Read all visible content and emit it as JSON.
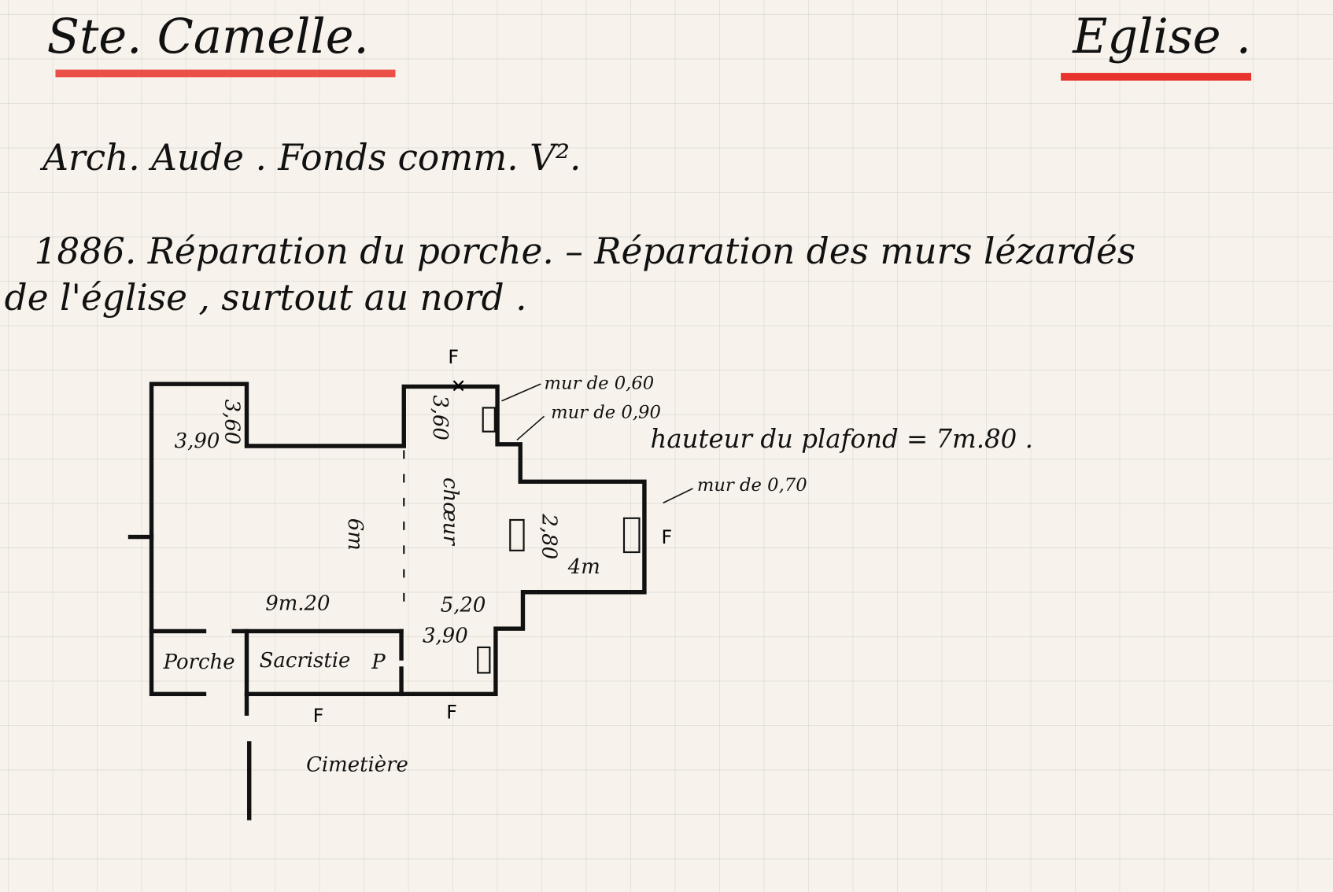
{
  "header": {
    "commune": "Ste. Camelle.",
    "subject": "Eglise ."
  },
  "source": "Arch. Aude . Fonds comm. V².",
  "entry": {
    "line1": "1886. Réparation du porche. – Réparation des murs lézardés",
    "line2": "de l'église , surtout au nord ."
  },
  "plan": {
    "window_marker": "F",
    "labels": {
      "nave_width_top": "3,90",
      "nave_offset_top": "3,60",
      "choir_offset_top": "3,60",
      "choir": "chœur",
      "nave_height": "6m",
      "nave_length": "9m.20",
      "choir_length": "5,20",
      "apse_height": "2,80",
      "apse_length": "4m",
      "bottom_offset": "3,90",
      "porch": "Porche",
      "sacristy": "Sacristie",
      "door": "P",
      "cemetery": "Cimetière"
    },
    "notes": {
      "wall1": "mur de 0,60",
      "wall2": "mur de 0,90",
      "ceiling": "hauteur du plafond = 7m.80 .",
      "wall3": "mur de 0,70"
    }
  },
  "colors": {
    "ink": "#111111",
    "underline": "#e8322c",
    "paper": "#f7f3ec"
  }
}
